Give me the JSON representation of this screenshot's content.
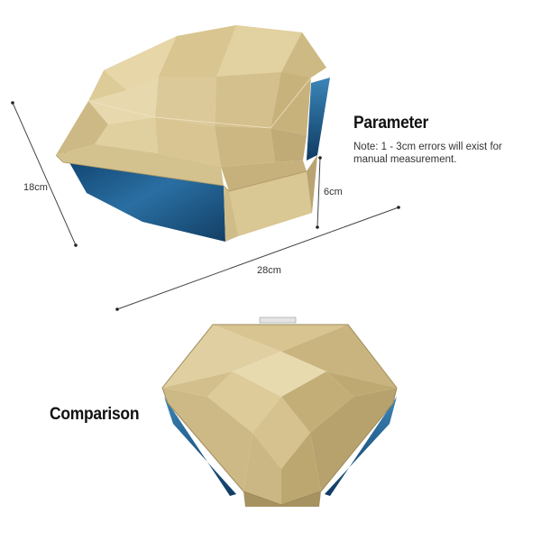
{
  "parameter": {
    "heading": "Parameter",
    "note": "Note: 1 - 3cm errors will exist for manual measurement."
  },
  "dimensions": {
    "depth": "18cm",
    "height": "6cm",
    "width": "28cm"
  },
  "comparison": {
    "heading": "Comparison"
  },
  "colors": {
    "product_gold": "#d6c490",
    "product_blue": "#1d5a86",
    "text": "#111111"
  }
}
